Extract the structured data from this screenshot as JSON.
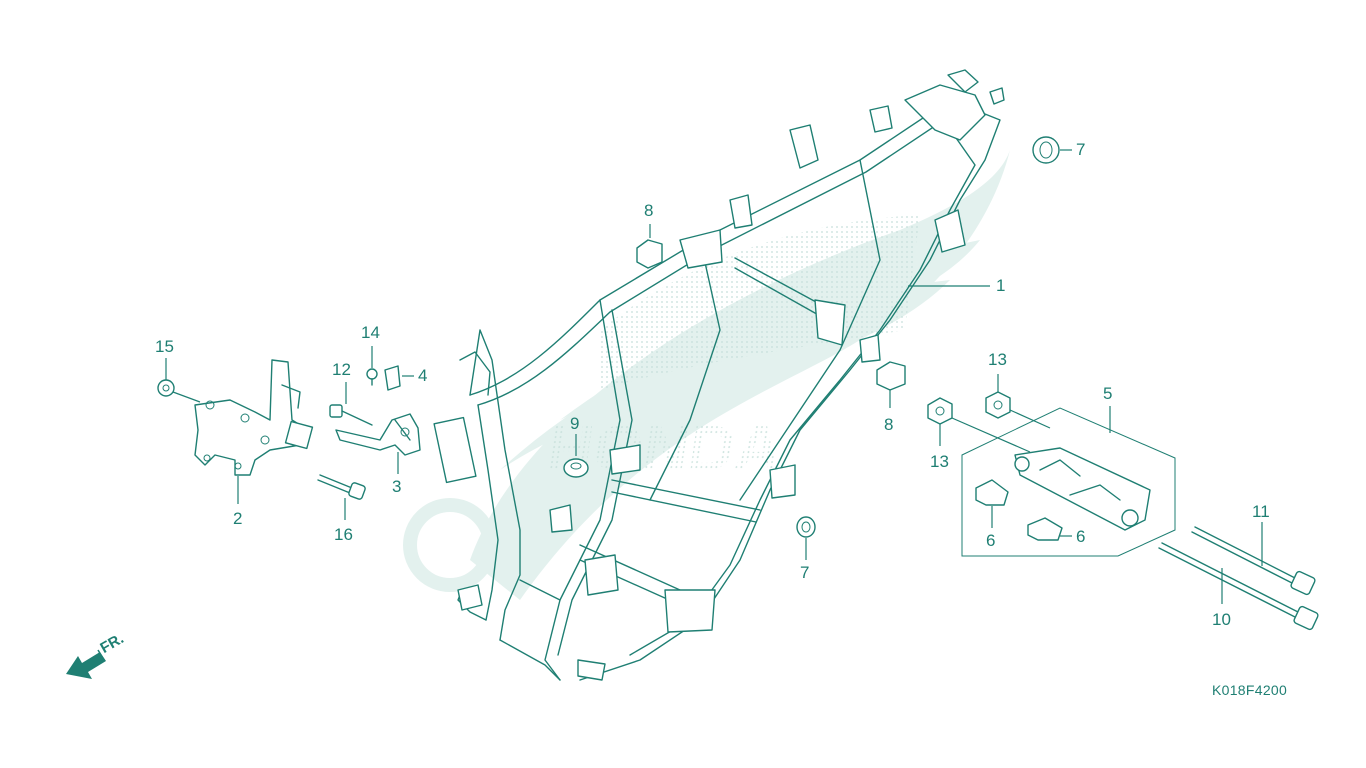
{
  "diagram_code": "K018F4200",
  "direction_label": "FR.",
  "watermark_text": "HONDA",
  "colors": {
    "line": "#1f7f73",
    "watermark": "#e3f1ee",
    "watermark_dots": "#c6dfda"
  },
  "callouts": {
    "c1": "1",
    "c2": "2",
    "c3": "3",
    "c4": "4",
    "c5": "5",
    "c6a": "6",
    "c6b": "6",
    "c7a": "7",
    "c7b": "7",
    "c8a": "8",
    "c8b": "8",
    "c9": "9",
    "c10": "10",
    "c11": "11",
    "c12": "12",
    "c13a": "13",
    "c13b": "13",
    "c14": "14",
    "c15": "15",
    "c16": "16"
  }
}
